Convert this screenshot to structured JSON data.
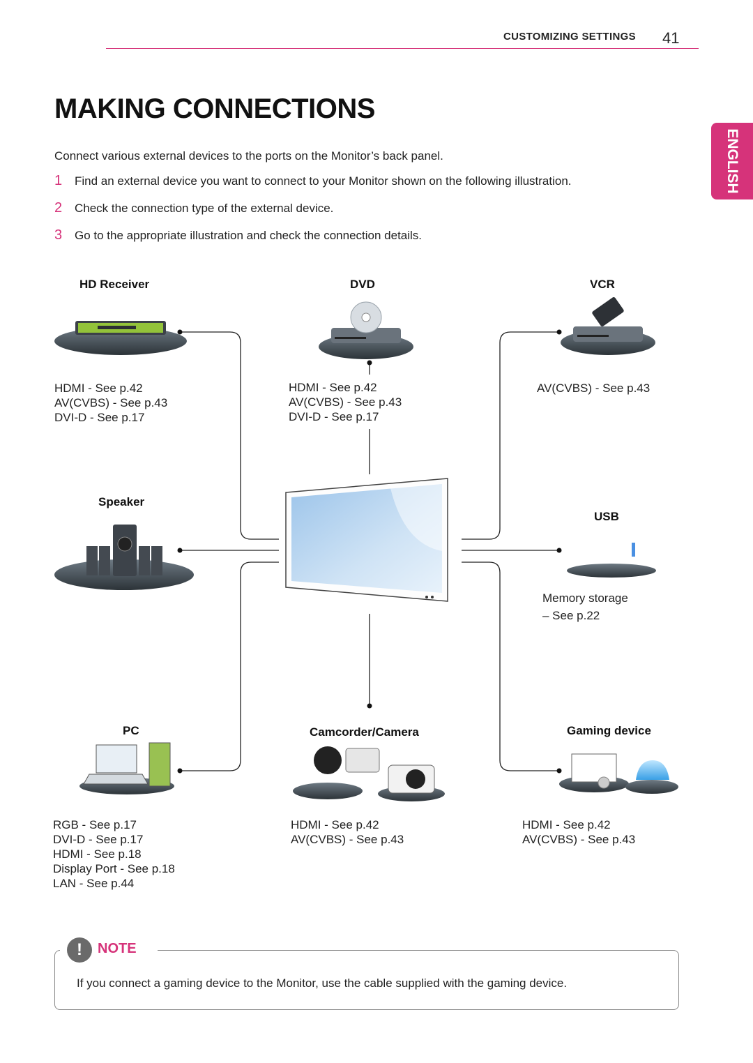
{
  "header": {
    "section": "CUSTOMIZING SETTINGS",
    "page": "41"
  },
  "title": "MAKING CONNECTIONS",
  "language_tab": "ENGLISH",
  "intro": "Connect various external devices to the ports on the Monitor’s back panel.",
  "steps": [
    {
      "num": "1",
      "text": "Find an external device you want to connect to your Monitor shown on the following illustration."
    },
    {
      "num": "2",
      "text": "Check the connection type of the external device."
    },
    {
      "num": "3",
      "text": "Go to the appropriate illustration and check the connection details."
    }
  ],
  "devices": {
    "hd_receiver": {
      "title": "HD Receiver",
      "conn": [
        "HDMI - See p.42",
        "AV(CVBS) - See p.43",
        "DVI-D - See p.17"
      ]
    },
    "dvd": {
      "title": "DVD",
      "conn": [
        "HDMI - See p.42",
        "AV(CVBS) - See p.43",
        "DVI-D - See p.17"
      ]
    },
    "vcr": {
      "title": "VCR",
      "conn": [
        "AV(CVBS) - See p.43"
      ]
    },
    "speaker": {
      "title": "Speaker"
    },
    "usb": {
      "title": "USB",
      "conn": [
        "Memory storage",
        "– See p.22"
      ]
    },
    "pc": {
      "title": "PC",
      "conn": [
        "RGB - See p.17",
        "DVI-D - See p.17",
        "HDMI - See p.18",
        "Display Port - See p.18",
        "LAN - See p.44"
      ]
    },
    "camcorder": {
      "title": "Camcorder/Camera",
      "conn": [
        "HDMI - See p.42",
        "AV(CVBS) - See p.43"
      ]
    },
    "gaming": {
      "title": "Gaming device",
      "conn": [
        "HDMI - See p.42",
        "AV(CVBS) - See p.43"
      ]
    }
  },
  "note": {
    "label": "NOTE",
    "icon": "exclamation-icon",
    "text": "If you connect a gaming device to the Monitor, use the cable supplied with the gaming device."
  },
  "colors": {
    "accent": "#d6337a"
  }
}
